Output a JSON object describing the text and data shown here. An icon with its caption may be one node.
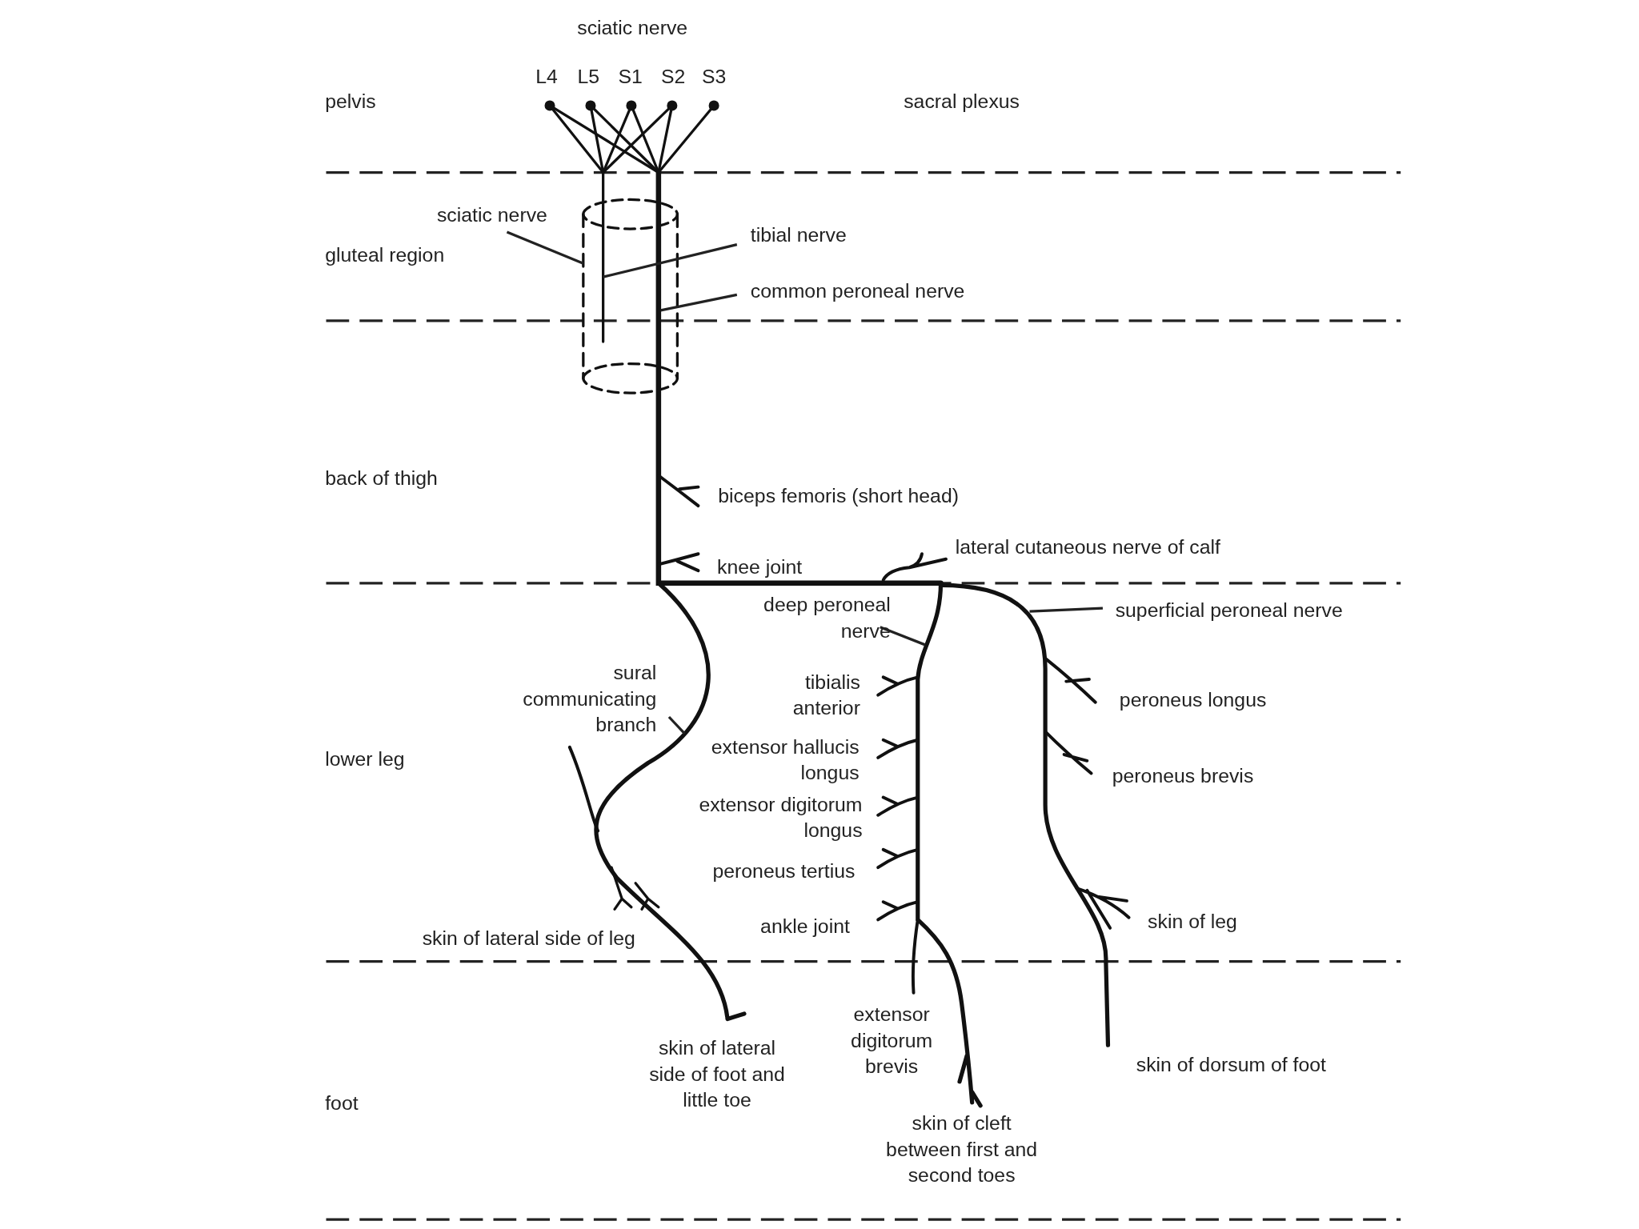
{
  "diagram": {
    "title": "sciatic nerve",
    "nodes": [
      {
        "text": [
          "sciatic nerve"
        ]
      },
      {
        "text": [
          "tibial nerve"
        ]
      },
      {
        "text": [
          "common peroneal nerve"
        ]
      },
      {
        "text": [
          "deep peroneal nerve"
        ]
      },
      {
        "text": [
          "superficial peroneal nerve"
        ]
      },
      {
        "text": [
          "sural communicating branch"
        ]
      }
    ],
    "edges": [
      {
        "from": 0,
        "to": null,
        "arrow": "none"
      },
      {
        "from": 1,
        "to": null,
        "arrow": "none"
      },
      {
        "from": 2,
        "to": null,
        "arrow": "none"
      },
      {
        "from": 3,
        "to": null,
        "arrow": "none"
      },
      {
        "from": 4,
        "to": null,
        "arrow": "none"
      },
      {
        "from": 5,
        "to": null,
        "arrow": "none"
      }
    ],
    "labels": [
      "L4",
      "L5",
      "S1",
      "S2",
      "S3",
      "pelvis",
      "sacral plexus",
      "gluteal region",
      "back of thigh",
      "biceps femoris (short head)",
      "knee joint",
      "lateral cutaneous nerve of calf",
      "tibialis anterior",
      "peroneus longus",
      "lower leg",
      "extensor hallucis longus",
      "peroneus brevis",
      "extensor digitorum longus",
      "peroneus tertius",
      "ankle joint",
      "skin of leg",
      "skin of lateral side of leg",
      "extensor digitorum brevis",
      "skin of lateral side of foot and little toe",
      "skin of dorsum of foot",
      "foot",
      "skin of cleft between first and second toes"
    ]
  }
}
